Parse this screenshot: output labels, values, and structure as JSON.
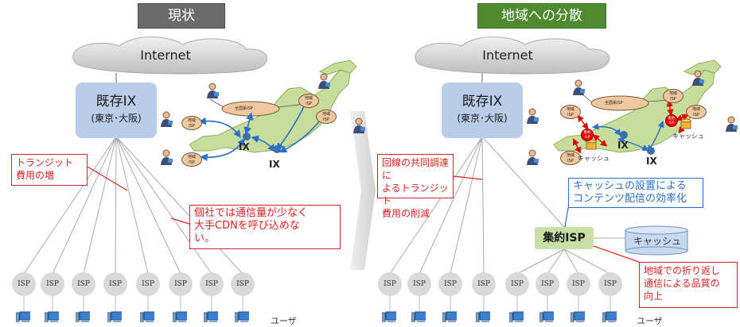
{
  "left": {
    "title": "現状",
    "internet": "Internet",
    "ix_line1": "既存IX",
    "ix_line2": "(東京･大阪)",
    "callout_transit": "トランジット\n費用の増",
    "callout_cdn": "個社では通信量が少なく\n大手CDNを呼び込めな\nい。",
    "map": {
      "national_isp": "全国系ISP",
      "regional_isp": "地域\nISP",
      "ix": "IX"
    },
    "isps": [
      "ISP",
      "ISP",
      "ISP",
      "ISP",
      "ISP",
      "ISP",
      "ISP",
      "ISP"
    ],
    "user_label": "ユーザ"
  },
  "right": {
    "title": "地域への分散",
    "internet": "Internet",
    "ix_line1": "既存IX",
    "ix_line2": "(東京･大阪)",
    "callout_joint": "回線の共同調達に\nよるトランジット\n費用の削減",
    "callout_cache": "キャッシュの設置による\nコンテンツ配信の効率化",
    "callout_quality": "地域での折り返し\n通信による品質の\n向上",
    "agg_isp": "集約ISP",
    "cache": "キャッシュ",
    "map": {
      "national_isp": "全国系ISP",
      "regional_isp": "地域\nISP",
      "agg_isp": "集約\nISP",
      "ix": "IX",
      "cache": "キャッシュ"
    },
    "isps": [
      "ISP",
      "ISP",
      "ISP",
      "ISP",
      "ISP",
      "ISP",
      "ISP",
      "ISP"
    ],
    "user_label": "ユーザ"
  },
  "colors": {
    "title_gray": "#6b6b6b",
    "title_green": "#4f8a2e",
    "ix_blue": "#b9cde8",
    "callout_red": "#e02020",
    "agg_green": "#c6e0a8",
    "cache_blue": "#c5d9f1",
    "map_green": "#c7dd9b",
    "arrow_blue": "#2a6fc9",
    "arrow_red": "#e00000"
  }
}
